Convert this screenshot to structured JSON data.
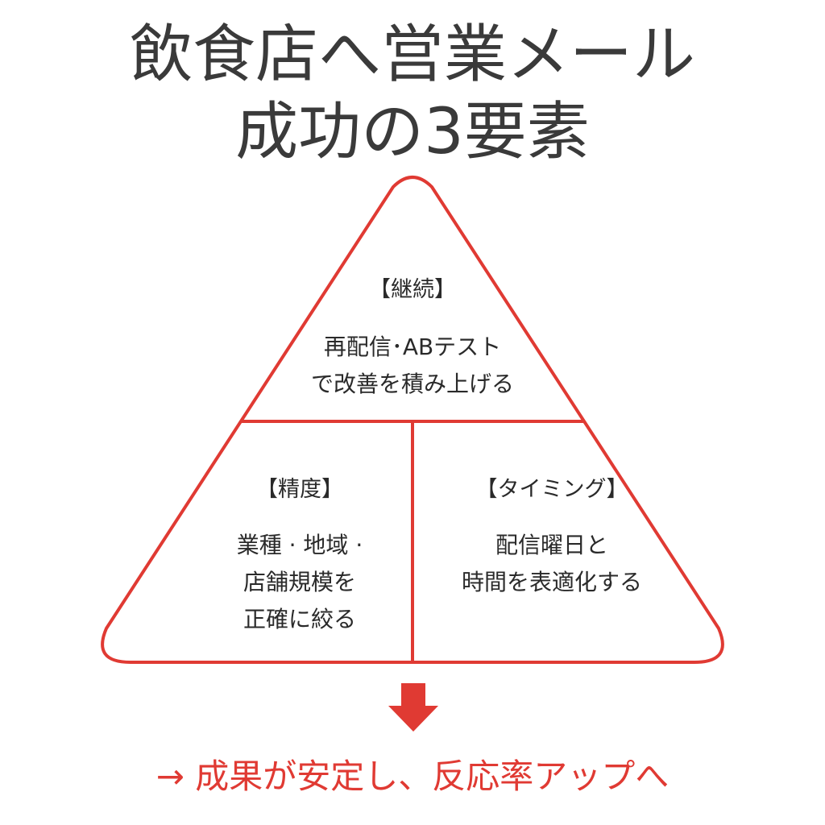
{
  "title": {
    "line1": "飲食店へ営業メール",
    "line2": "成功の3要素"
  },
  "sections": {
    "top": {
      "heading": "【継続】",
      "lines": [
        "再配信･ABテスト",
        "で改善を積み上げる"
      ]
    },
    "left": {
      "heading": "【精度】",
      "lines": [
        "業種 · 地域 ·",
        "店舗規模を",
        "正確に絞る"
      ]
    },
    "right": {
      "heading": "【タイミング】",
      "lines": [
        "配信曜日と",
        "時間を表適化する"
      ]
    }
  },
  "arrow": {
    "icon": "down-arrow-icon"
  },
  "conclusion": "→ 成果が安定し、反応率アップへ",
  "colors": {
    "accent": "#e03a33",
    "title": "#3a3a3a",
    "text": "#2a2a2a"
  }
}
